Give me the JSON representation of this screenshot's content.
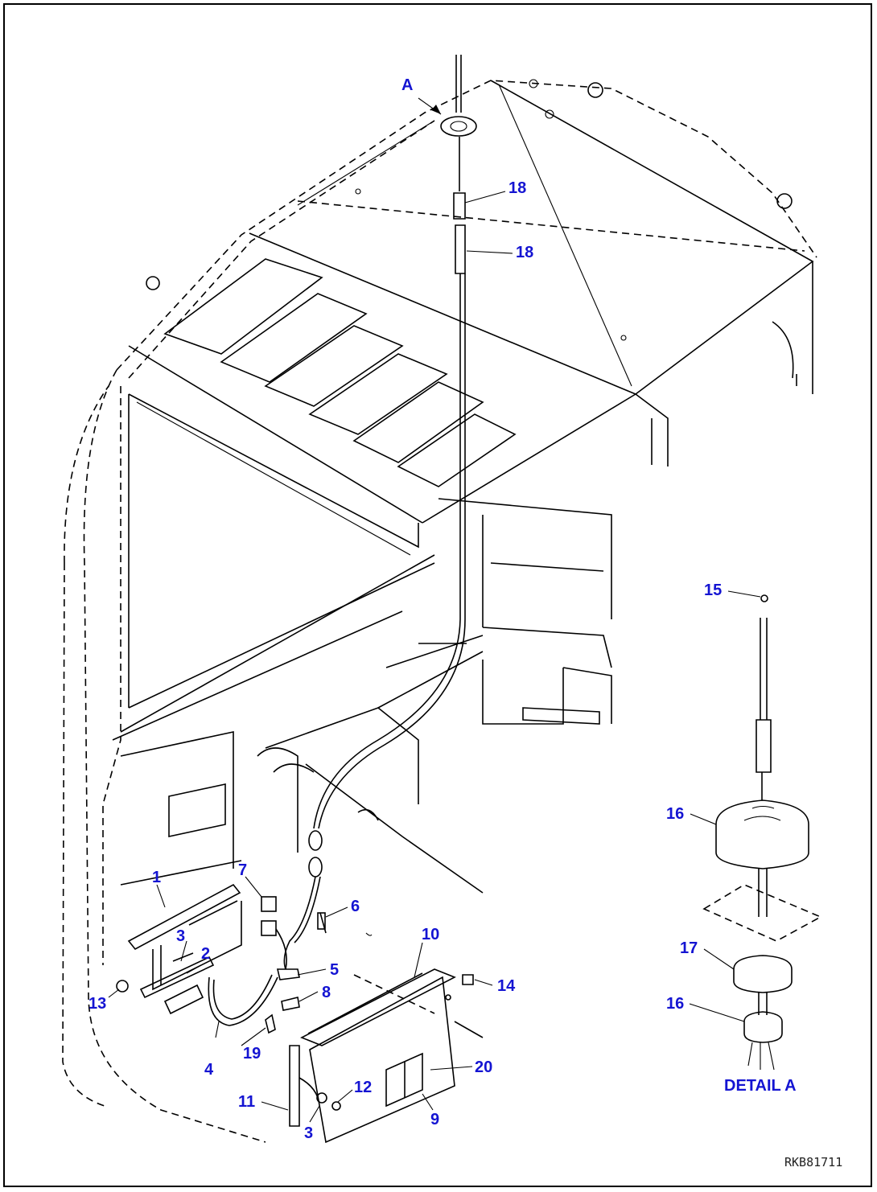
{
  "drawing": {
    "reference": "RKB81711",
    "detail_label": "DETAIL A",
    "view_label": "A",
    "callouts": [
      "1",
      "2",
      "3",
      "3",
      "4",
      "5",
      "6",
      "7",
      "8",
      "9",
      "10",
      "11",
      "12",
      "13",
      "14",
      "15",
      "16",
      "16",
      "17",
      "18",
      "18",
      "19",
      "20"
    ],
    "colors": {
      "label": "#1414d2",
      "line": "#000000",
      "background": "#ffffff"
    }
  }
}
